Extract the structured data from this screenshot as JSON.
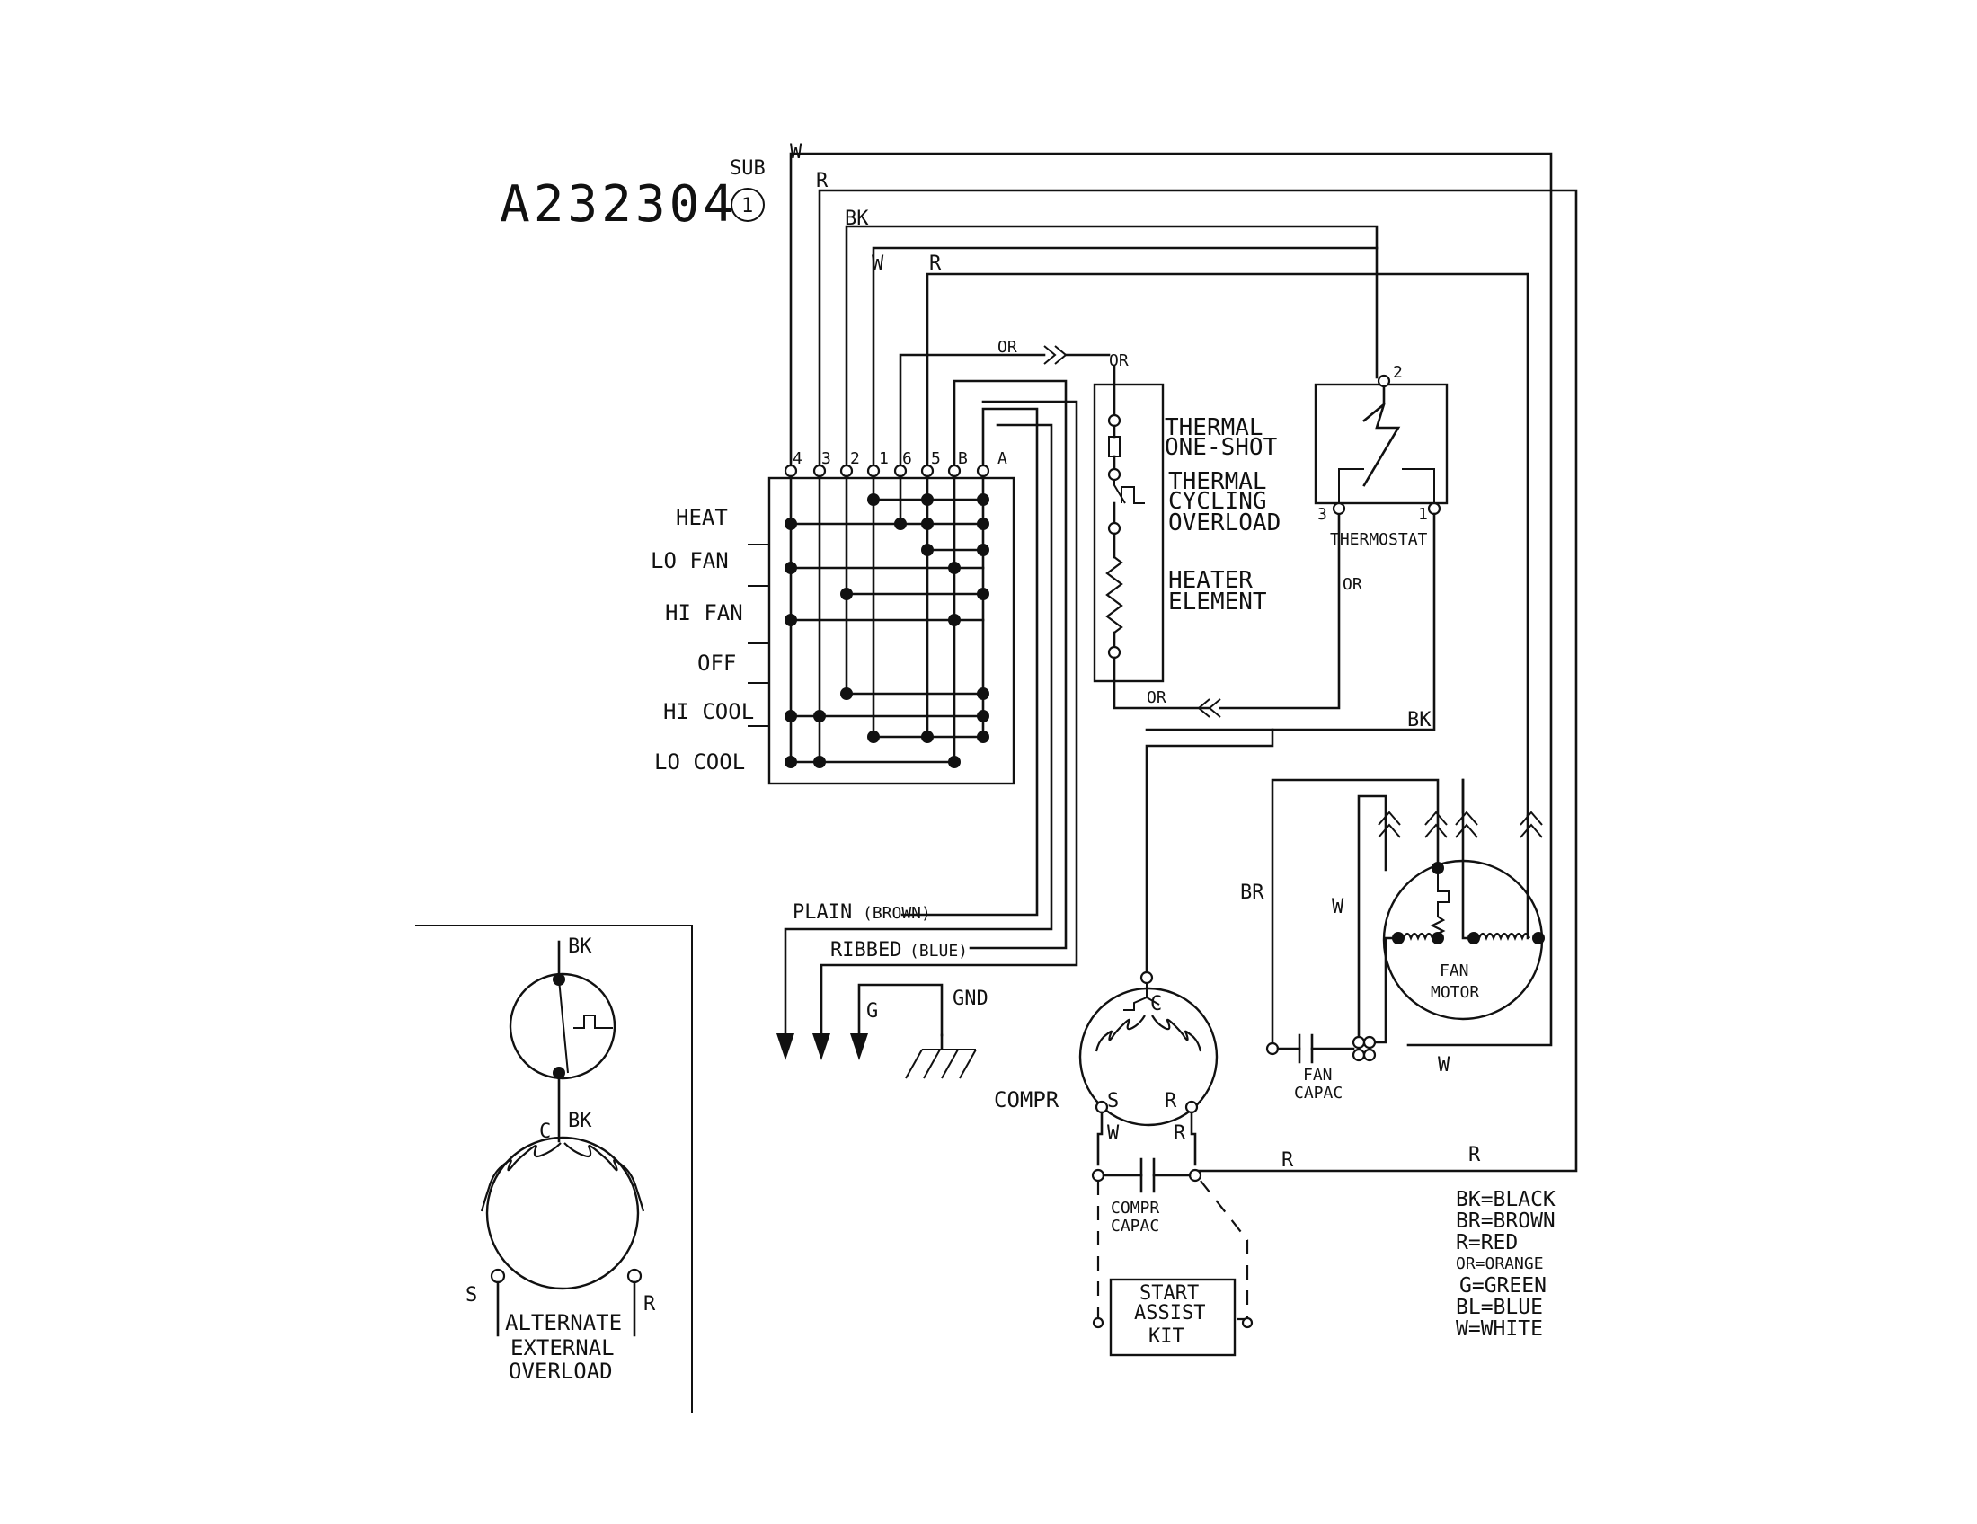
{
  "model_number": "A232304",
  "sub_label": "SUB",
  "sub_number": "1",
  "wire_colors": {
    "w": "W",
    "r": "R",
    "bk": "BK",
    "br": "BR",
    "or": "OR",
    "g": "G"
  },
  "switch": {
    "terminals": [
      "4",
      "3",
      "2",
      "1",
      "6",
      "5",
      "B",
      "A"
    ],
    "positions": [
      "HEAT",
      "LO FAN",
      "HI FAN",
      "OFF",
      "HI COOL",
      "LO COOL"
    ]
  },
  "heater": {
    "one_shot_1": "THERMAL",
    "one_shot_2": "ONE-SHOT",
    "cycling_1": "THERMAL",
    "cycling_2": "CYCLING",
    "cycling_3": "OVERLOAD",
    "element_1": "HEATER",
    "element_2": "ELEMENT"
  },
  "thermostat": {
    "label": "THERMOSTAT",
    "term_2": "2",
    "term_3": "3",
    "term_1": "1"
  },
  "cord": {
    "plain": "PLAIN",
    "plain_note": "(BROWN)",
    "ribbed": "RIBBED",
    "ribbed_note": "(BLUE)",
    "gnd": "GND"
  },
  "compressor": {
    "label": "COMPR",
    "c": "C",
    "s": "S",
    "r": "R"
  },
  "compr_capac_1": "COMPR",
  "compr_capac_2": "CAPAC",
  "start_assist_1": "START",
  "start_assist_2": "ASSIST",
  "start_assist_3": "KIT",
  "fan_motor_1": "FAN",
  "fan_motor_2": "MOTOR",
  "fan_capac_1": "FAN",
  "fan_capac_2": "CAPAC",
  "alt_overload": {
    "c": "C",
    "s": "S",
    "r": "R",
    "line1": "ALTERNATE",
    "line2": "EXTERNAL",
    "line3": "OVERLOAD"
  },
  "legend": [
    "BK=BLACK",
    "BR=BROWN",
    "R=RED",
    "OR=ORANGE",
    "G=GREEN",
    "BL=BLUE",
    "W=WHITE"
  ]
}
